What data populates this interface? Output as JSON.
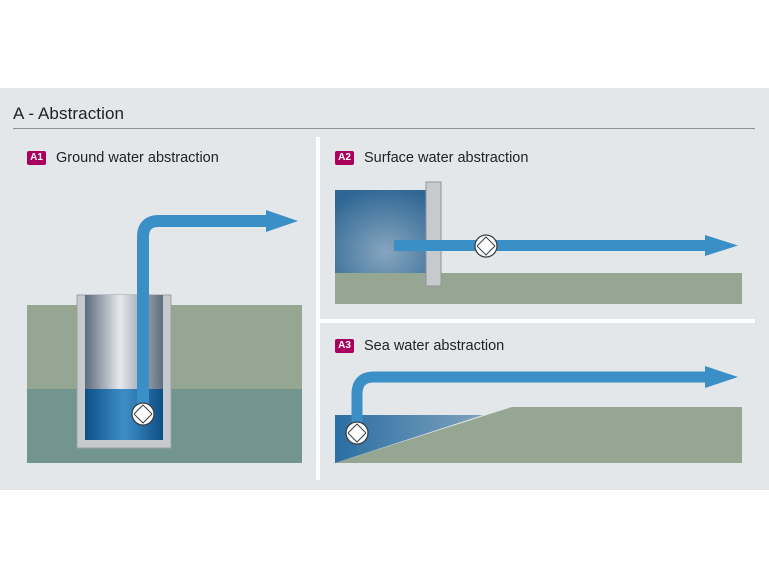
{
  "header": {
    "title": "A - Abstraction"
  },
  "sections": [
    {
      "badge": "A1",
      "title": "Ground water abstraction"
    },
    {
      "badge": "A2",
      "title": "Surface water abstraction"
    },
    {
      "badge": "A3",
      "title": "Sea water abstraction"
    }
  ],
  "colors": {
    "background": "#e3e7ea",
    "ground_green": "#95a692",
    "ground_teal": "#73958f",
    "pipe_blue": "#3b8fc7",
    "water_dark": "#0e5b91",
    "badge_magenta": "#a8005c",
    "well_casing": "#c6cacd",
    "pump": "#ffffff"
  },
  "icons": [
    "pump-icon",
    "arrow-right-icon",
    "well-icon",
    "weir-icon"
  ]
}
